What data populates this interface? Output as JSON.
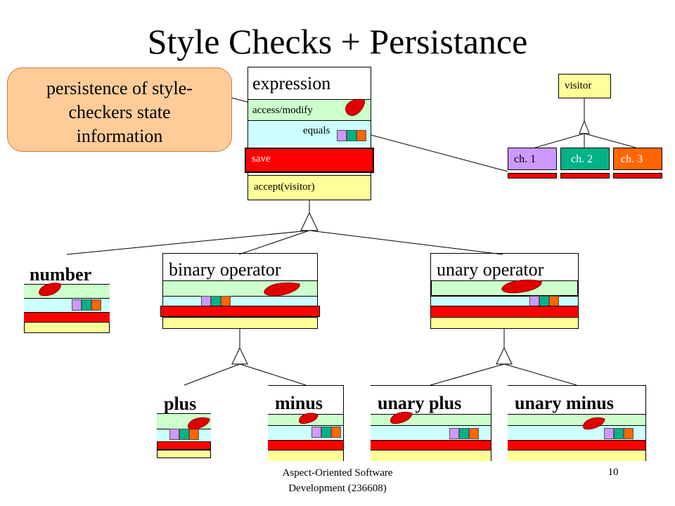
{
  "slide": {
    "title": "Style Checks + Persistance",
    "footer_course_line1": "Aspect-Oriented Software",
    "footer_course_line2": "Development (236608)",
    "page_number": "10"
  },
  "callout": {
    "line1": "persistence of style-",
    "line2": "checkers state",
    "line3": "information",
    "fill_color": "#ffcc99"
  },
  "expression": {
    "name": "expression",
    "row_access": "access/modify",
    "row_equals_partial": "equals",
    "row_save": "save",
    "row_accept": "accept(visitor)"
  },
  "visitor_hierarchy": {
    "root": "visitor",
    "children": [
      "ch. 1",
      "ch. 2",
      "ch. 3"
    ]
  },
  "classes": {
    "number": "number",
    "binary_operator": "binary operator",
    "unary_operator": "unary operator",
    "plus": "plus",
    "minus": "minus",
    "unary_plus": "unary plus",
    "unary_minus": "unary minus"
  },
  "colors": {
    "access_band": "#ccffcc",
    "equals_band": "#ccffff",
    "save_band": "#ff0000",
    "accept_band": "#ffff99",
    "visitor_box": "#ffff99",
    "child_box": "#cc99ff",
    "square_purple": "#cc99ff",
    "square_green": "#00b386",
    "square_orange": "#ff6600"
  }
}
